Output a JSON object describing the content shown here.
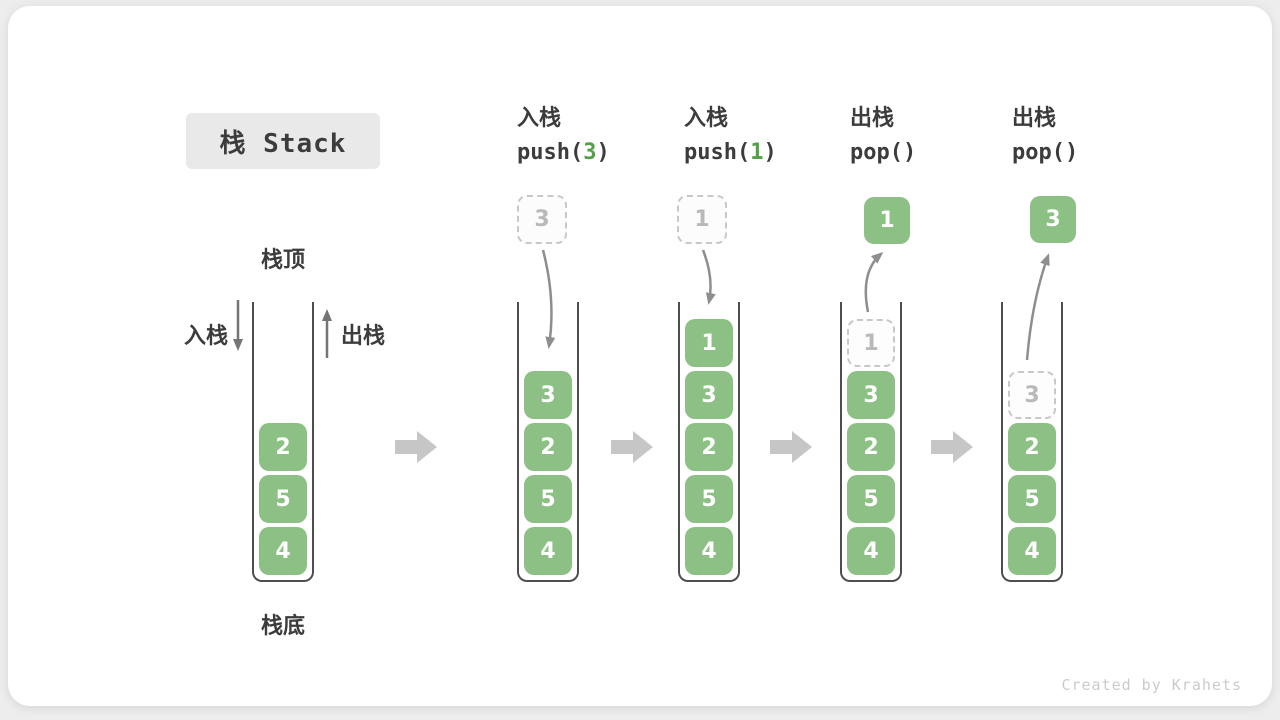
{
  "title": {
    "text": "栈 Stack"
  },
  "labels": {
    "stack_top": "栈顶",
    "stack_bottom": "栈底",
    "push_side": "入栈",
    "pop_side": "出栈"
  },
  "operations": [
    {
      "name": "入栈",
      "code_pre": "push(",
      "arg": "3",
      "code_post": ")"
    },
    {
      "name": "入栈",
      "code_pre": "push(",
      "arg": "1",
      "code_post": ")"
    },
    {
      "name": "出栈",
      "code_pre": "pop(",
      "arg": "",
      "code_post": ")"
    },
    {
      "name": "出栈",
      "code_pre": "pop(",
      "arg": "",
      "code_post": ")"
    }
  ],
  "stacks": [
    {
      "blocks": [
        {
          "value": "2"
        },
        {
          "value": "5"
        },
        {
          "value": "4"
        }
      ],
      "floating": null
    },
    {
      "blocks": [
        {
          "value": "3"
        },
        {
          "value": "2"
        },
        {
          "value": "5"
        },
        {
          "value": "4"
        }
      ],
      "floating": {
        "type": "ghost",
        "value": "3"
      }
    },
    {
      "blocks": [
        {
          "value": "1"
        },
        {
          "value": "3"
        },
        {
          "value": "2"
        },
        {
          "value": "5"
        },
        {
          "value": "4"
        }
      ],
      "floating": {
        "type": "ghost",
        "value": "1"
      }
    },
    {
      "blocks": [
        {
          "value": "1",
          "ghost": true
        },
        {
          "value": "3"
        },
        {
          "value": "2"
        },
        {
          "value": "5"
        },
        {
          "value": "4"
        }
      ],
      "floating": {
        "type": "solid",
        "value": "1"
      }
    },
    {
      "blocks": [
        {
          "value": "3",
          "ghost": true
        },
        {
          "value": "2"
        },
        {
          "value": "5"
        },
        {
          "value": "4"
        }
      ],
      "floating": {
        "type": "solid",
        "value": "3"
      }
    }
  ],
  "watermark": "Created by Krahets",
  "colors": {
    "page_bg": "#ededed",
    "card_bg": "#ffffff",
    "title_bg": "#e9e9e9",
    "ink": "#3c3c3c",
    "green_fill": "#8cc084",
    "green_text": "#53a048",
    "wall": "#4e4e4e",
    "ghost_border": "#c8c8c8",
    "ghost_text": "#b9b9b9",
    "flow_arrow": "#8e8e8e",
    "side_arrow": "#757575",
    "big_arrow": "#c6c6c6",
    "watermark": "#cbcbcb"
  }
}
